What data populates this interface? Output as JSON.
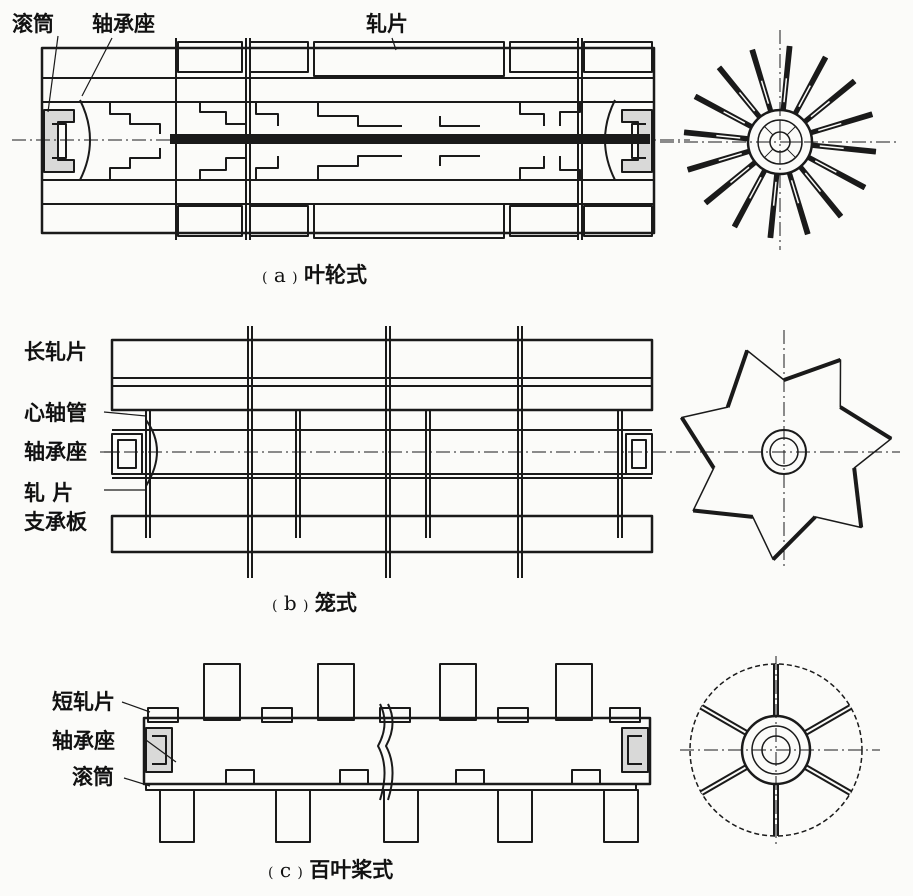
{
  "panel_a": {
    "labels": {
      "drum": "滚筒",
      "bearing_seat": "轴承座",
      "roller_blade": "轧片"
    },
    "caption": {
      "tag": "a",
      "name": "叶轮式"
    }
  },
  "panel_b": {
    "labels": {
      "long_blade": "长轧片",
      "core_shaft_tube": "心轴管",
      "bearing_seat": "轴承座",
      "blade_support_plate_line1": "轧  片",
      "blade_support_plate_line2": "支承板"
    },
    "caption": {
      "tag": "b",
      "name": "笼式"
    }
  },
  "panel_c": {
    "labels": {
      "short_blade": "短轧片",
      "bearing_seat": "轴承座",
      "drum": "滚筒"
    },
    "caption": {
      "tag": "c",
      "name": "百叶桨式"
    }
  },
  "style": {
    "ink": "#1a1a1a",
    "paper": "#fbfbf9"
  }
}
